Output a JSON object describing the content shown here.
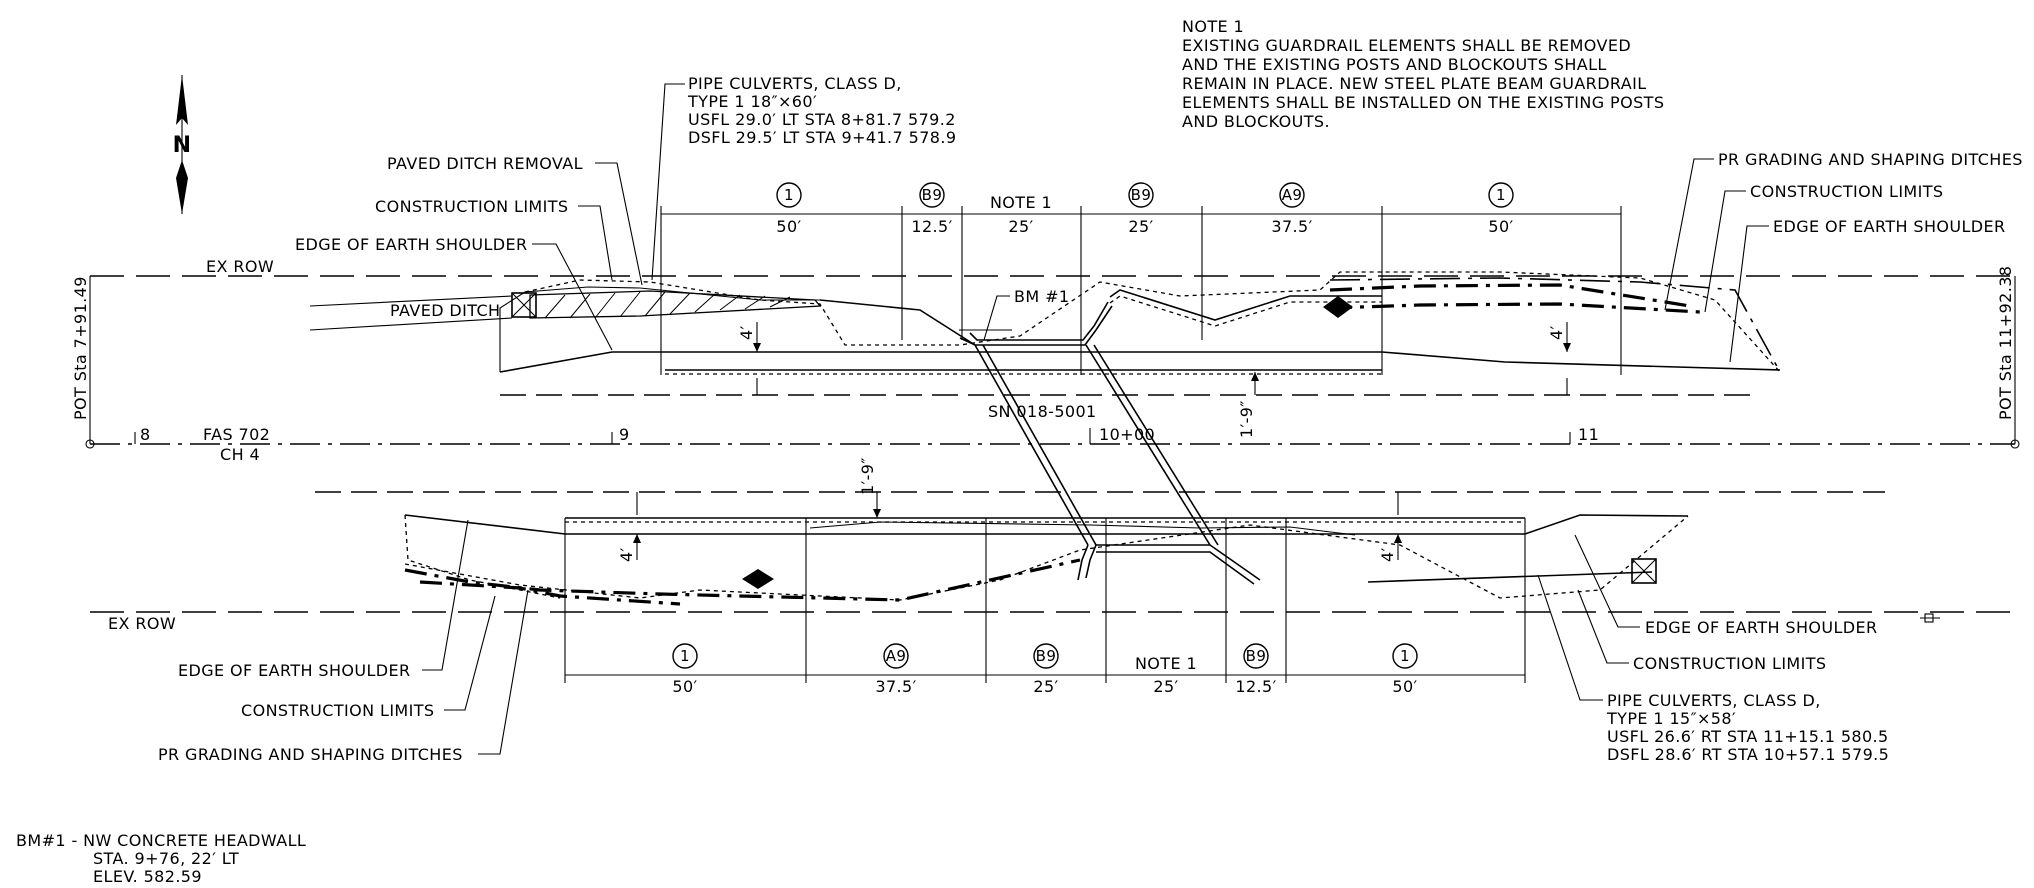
{
  "north": {
    "label": "N"
  },
  "note1": {
    "title": "NOTE 1",
    "lines": [
      "EXISTING GUARDRAIL ELEMENTS SHALL BE REMOVED",
      "AND THE EXISTING POSTS AND BLOCKOUTS SHALL",
      "REMAIN IN PLACE. NEW STEEL PLATE BEAM GUARDRAIL",
      "ELEMENTS SHALL BE INSTALLED ON THE EXISTING POSTS",
      "AND BLOCKOUTS."
    ]
  },
  "pipe_top": {
    "title": "PIPE CULVERTS, CLASS D,",
    "lines": [
      "TYPE 1 18″×60′",
      "USFL 29.0′ LT STA 8+81.7 579.2",
      "DSFL 29.5′ LT STA 9+41.7 578.9"
    ]
  },
  "pipe_bottom": {
    "title": "PIPE CULVERTS, CLASS D,",
    "lines": [
      "TYPE 1 15″×58′",
      "USFL 26.6′ RT STA 11+15.1 580.5",
      "DSFL 28.6′ RT STA 10+57.1 579.5"
    ]
  },
  "benchmark": {
    "lines": [
      "BM#1 - NW CONCRETE HEADWALL",
      "STA. 9+76, 22′ LT",
      "ELEV. 582.59"
    ]
  },
  "labels": {
    "paved_ditch_removal": "PAVED DITCH REMOVAL",
    "construction_limits": "CONSTRUCTION LIMITS",
    "edge_of_earth_shoulder": "EDGE OF EARTH SHOULDER",
    "ex_row": "EX ROW",
    "paved_ditch": "PAVED DITCH",
    "pr_grading": "PR GRADING AND SHAPING DITCHES",
    "bm1": "BM #1",
    "sn": "SN 018-5001",
    "fas": "FAS 702",
    "ch": "CH 4",
    "pot_left": "POT Sta 7+91.49",
    "pot_right": "POT Sta 11+92.38",
    "sta_8": "8",
    "sta_9": "9",
    "sta_10": "10+00",
    "sta_11": "11",
    "dim_4": "4′",
    "dim_1_9": "1′-9″"
  },
  "top_segments": [
    {
      "symbol": "1",
      "length": "50′"
    },
    {
      "symbol": "B9",
      "length": "12.5′"
    },
    {
      "symbol": "NOTE 1",
      "length": "25′"
    },
    {
      "symbol": "B9",
      "length": "25′"
    },
    {
      "symbol": "A9",
      "length": "37.5′"
    },
    {
      "symbol": "1",
      "length": "50′"
    }
  ],
  "bottom_segments": [
    {
      "symbol": "1",
      "length": "50′"
    },
    {
      "symbol": "A9",
      "length": "37.5′"
    },
    {
      "symbol": "B9",
      "length": "25′"
    },
    {
      "symbol": "NOTE 1",
      "length": "25′"
    },
    {
      "symbol": "B9",
      "length": "12.5′"
    },
    {
      "symbol": "1",
      "length": "50′"
    }
  ]
}
